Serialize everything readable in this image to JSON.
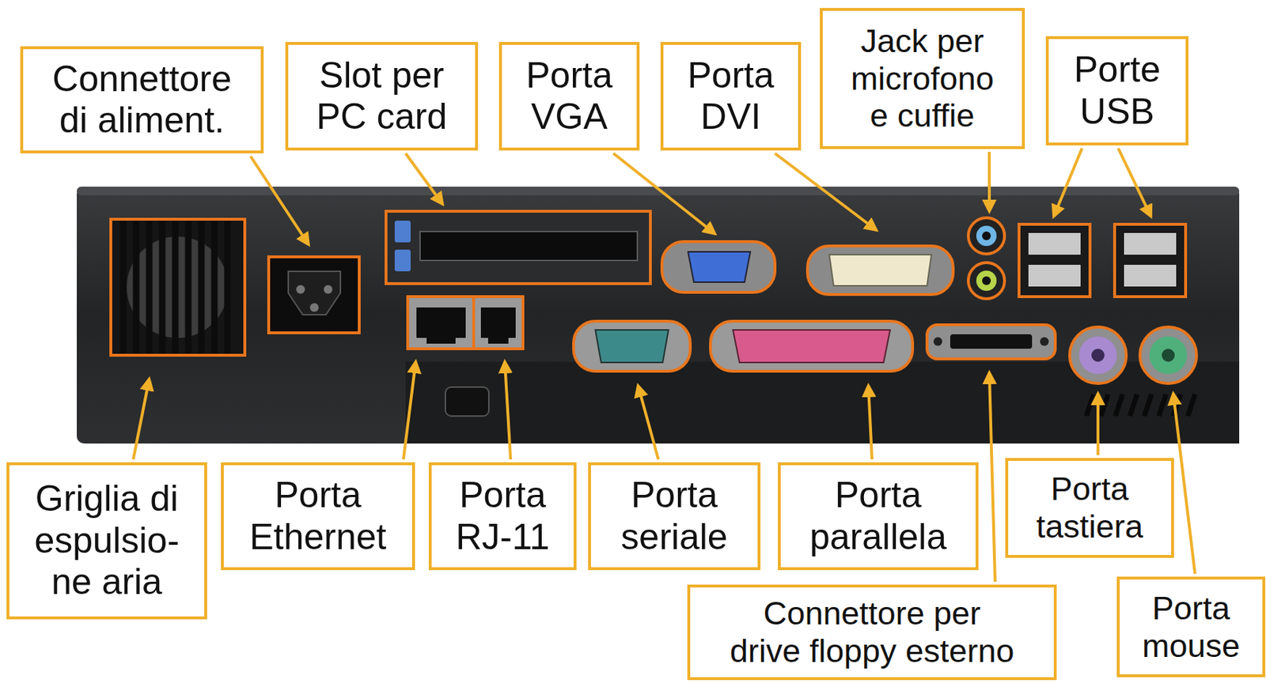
{
  "diagram": {
    "nodes": [
      {
        "text": [
          "Connettore di aliment."
        ]
      },
      {
        "text": [
          "Slot per PC card"
        ]
      },
      {
        "text": [
          "Porta VGA"
        ]
      },
      {
        "text": [
          "Porta DVI"
        ]
      },
      {
        "text": [
          "Jack per microfono e cuffie"
        ]
      },
      {
        "text": [
          "Porte USB"
        ]
      },
      {
        "text": [
          "Griglia di espulsio- ne aria"
        ]
      },
      {
        "text": [
          "Porta Ethernet"
        ]
      },
      {
        "text": [
          "Porta RJ-11"
        ]
      },
      {
        "text": [
          "Porta seriale"
        ]
      },
      {
        "text": [
          "Porta parallela"
        ]
      },
      {
        "text": [
          "Porta tastiera"
        ]
      },
      {
        "text": [
          "Connettore per drive floppy esterno"
        ]
      },
      {
        "text": [
          "Porta mouse"
        ]
      }
    ]
  }
}
